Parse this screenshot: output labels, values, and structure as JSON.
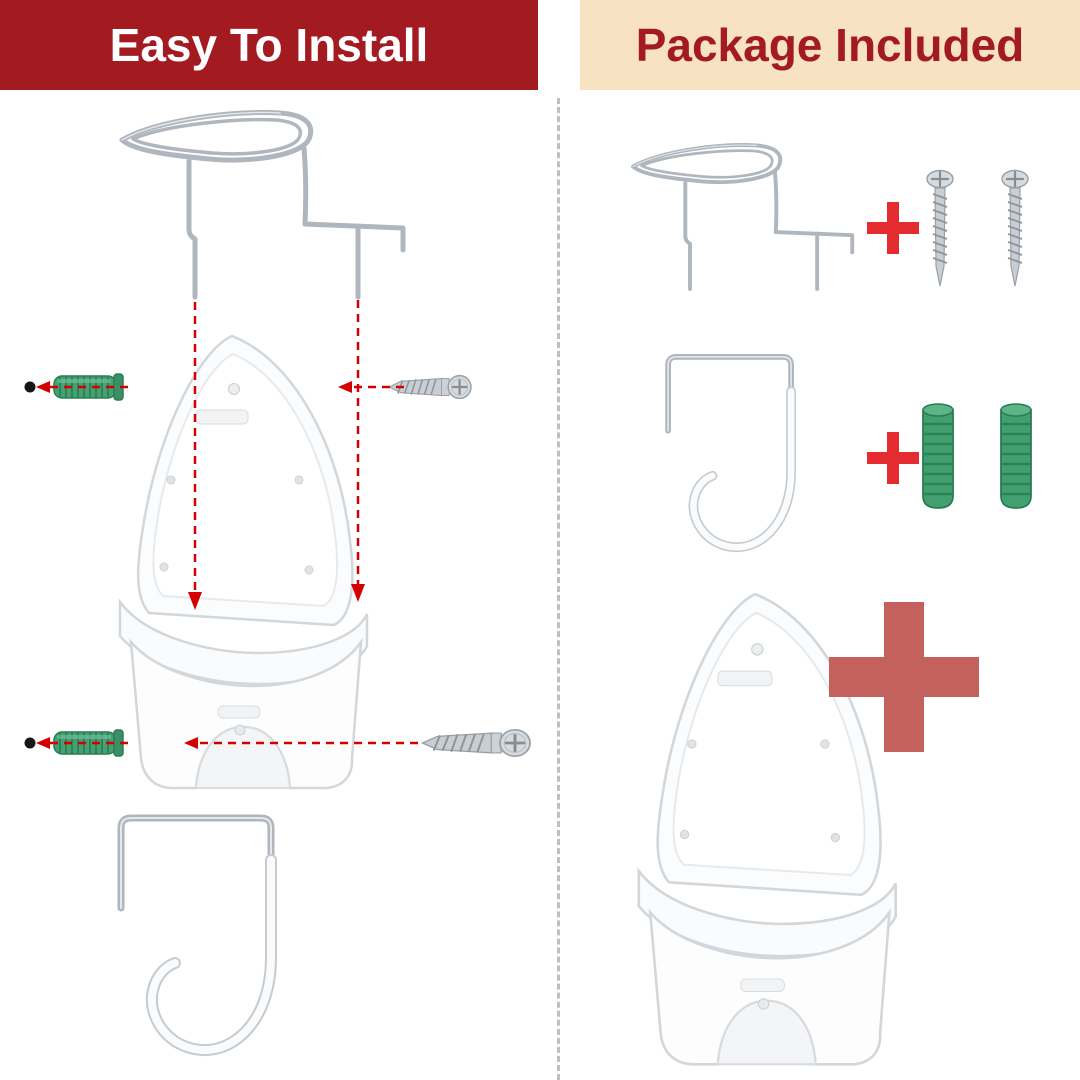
{
  "titles": {
    "left": "Easy To Install",
    "right": "Package Included"
  },
  "symbols": {
    "plus": "+"
  },
  "colors": {
    "left_header_bg": "#A31B21",
    "left_header_text": "#FFFFFF",
    "right_header_bg": "#F7E2C1",
    "right_header_text": "#A31B21",
    "arrow_red": "#D40000",
    "plus_small_red": "#E32B30",
    "plus_big_red": "#C4615D",
    "anchor_green": "#42A070",
    "chrome_gray": "#B0B6BD",
    "plastic_white": "#FDFDFE"
  },
  "components": {
    "left_panel": [
      "wire-iron-rack",
      "wall-anchor",
      "mounting-screw",
      "iron-holder-bracket",
      "door-hook",
      "mounting-guide-arrows"
    ],
    "right_panel": [
      "wire-iron-rack",
      "two-screws",
      "door-hook",
      "two-wall-anchors",
      "iron-holder-bracket",
      "plus-signs"
    ]
  }
}
